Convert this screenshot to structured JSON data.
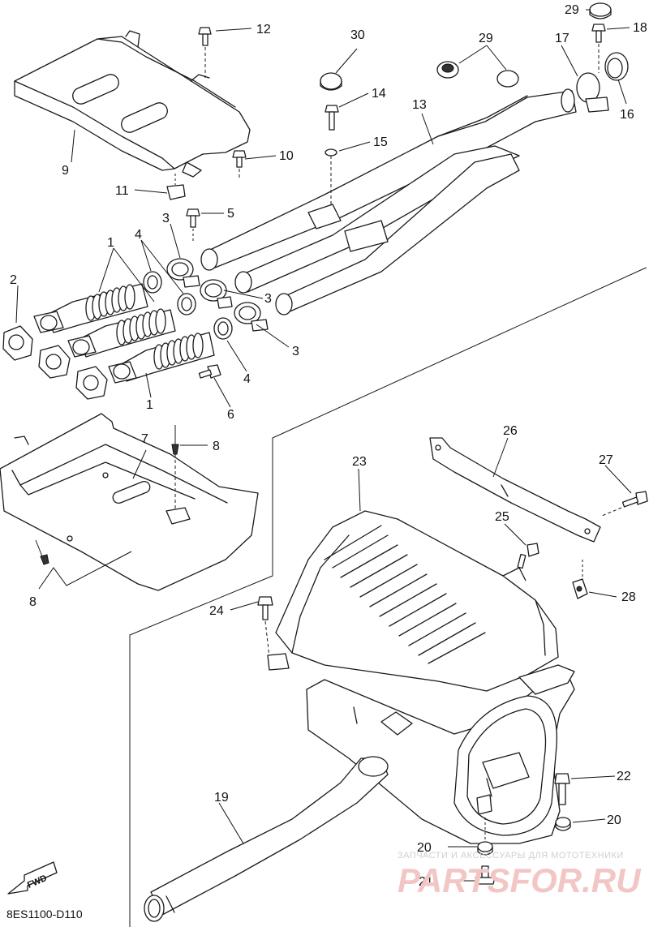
{
  "diagram": {
    "drawing_code": "8ES1100-D110",
    "direction_marker": "FWD",
    "watermark": {
      "caption": "ЗАПЧАСТИ И АКСЕССУАРЫ ДЛЯ МОТОТЕХНИКИ",
      "logo": "PARTSFOR.RU"
    },
    "callouts": [
      "1",
      "1",
      "1",
      "2",
      "3",
      "3",
      "3",
      "4",
      "4",
      "5",
      "6",
      "7",
      "8",
      "8",
      "9",
      "10",
      "11",
      "12",
      "13",
      "14",
      "15",
      "16",
      "17",
      "18",
      "19",
      "20",
      "20",
      "21",
      "22",
      "23",
      "24",
      "25",
      "26",
      "27",
      "28",
      "29",
      "29",
      "30"
    ]
  }
}
